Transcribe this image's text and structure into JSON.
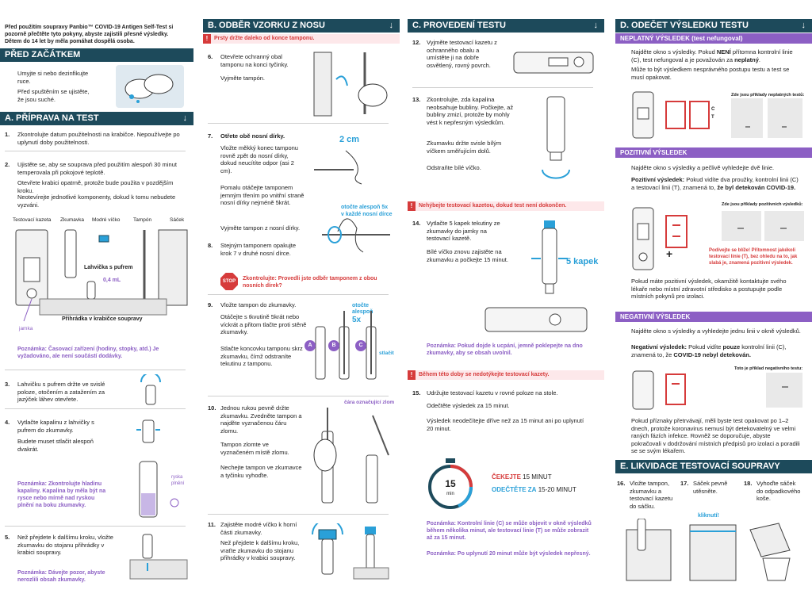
{
  "intro": {
    "line1": "Před použitím soupravy Panbio™ COVID-19 Antigen Self-Test si",
    "line2": "pozorně přečtěte tyto pokyny, abyste zajistili přesné výsledky.",
    "line3": "Dětem do 14 let by měla pomáhat dospělá osoba."
  },
  "before": {
    "title": "PŘED ZAČÁTKEM",
    "t1": "Umyjte si nebo dezinfikujte ruce.",
    "t2": "Před spuštěním se ujistěte, že jsou suché."
  },
  "sectionA": {
    "title": "A.  PŘÍPRAVA NA TEST",
    "arrow": "↓",
    "s1_num": "1.",
    "s1": "Zkontrolujte datum použitelnosti na krabičce. Nepoužívejte po uplynutí doby použitelnosti.",
    "s2_num": "2.",
    "s2a": "Ujistěte se, aby se souprava před použitím alespoň 30 minut temperovala při pokojové teplotě.",
    "s2b": "Otevřete krabici opatrně, protože bude použita v pozdějším kroku.",
    "s2c": "Neotevírejte jednotlivé komponenty, dokud k tomu nebudete vyzváni.",
    "labels": [
      "Testovací kazeta",
      "Zkumavka",
      "Modré víčko",
      "Tampón",
      "Sáček"
    ],
    "vial_label": "Lahvička s pufrem",
    "vol": "0,4 mL",
    "jamka": "jamka",
    "holder": "Přihrádka v krabičce soupravy",
    "note1": "Poznámka: Časovací zařízení (hodiny, stopky, atd.) Je vyžadováno, ale není součástí dodávky.",
    "s3_num": "3.",
    "s3": "Lahvičku s pufrem držte ve svislé poloze, otočením a zatažením za jazýček láhev otevřete.",
    "s4_num": "4.",
    "s4a": "Vytlačte kapalinu z lahvičky s pufrem do zkumavky.",
    "s4b": "Budete muset stlačit alespoň dvakrát.",
    "note2": "Poznámka: Zkontrolujte hladinu kapaliny. Kapalina by měla být na rysce nebo mírně nad ryskou plnění na boku zkumavky.",
    "fill_label1": "ryska",
    "fill_label2": "plnění",
    "s5_num": "5.",
    "s5": "Než přejdete k dalšímu kroku, vložte zkumavku do stojanu přihrádky v krabici soupravy.",
    "note3": "Poznámka: Dávejte pozor, abyste nerozlili obsah zkumavky."
  },
  "sectionB": {
    "title": "B.  ODBĚR VZORKU Z NOSU",
    "arrow": "↓",
    "warn": "Prsty držte daleko od konce tamponu.",
    "s6_num": "6.",
    "s6a": "Otevřete ochranný obal tamponu na konci tyčinky.",
    "s6b": "Vyjměte tampón.",
    "s7_num": "7.",
    "s7_title": "Otřete obě nosní dírky.",
    "s7a": "Vložte měkký konec tamponu rovně zpět do nosní dírky, dokud neucítíte odpor (asi 2 cm).",
    "cm": "2 cm",
    "s7b": "Pomalu otáčejte tamponem jemným třením po vnitřní straně nosní dírky nejméně 5krát.",
    "rot1": "otočte alespoň 5x",
    "rot2": "v každé nosní dírce",
    "s7c": "Vyjměte tampon z nosní dírky.",
    "s8_num": "8.",
    "s8": "Stejným tamponem opakujte krok 7 v druhé nosní dírce.",
    "stop": "STOP",
    "stop_text": "Zkontrolujte: Provedli jste odběr tamponem z obou nosních dírek?",
    "s9_num": "9.",
    "s9a": "Vložte tampon do zkumavky.",
    "s9b": "Otáčejte s tkvutině 5krát nebo víckrát a přitom tlačte proti stěně zkumavky.",
    "s9c": "Stlačte koncovku tamponu skrz zkumavku, čímž odstraníte tekutinu z tamponu.",
    "rot9a": "otočte",
    "rot9b": "alespoň",
    "rot9c": "5x",
    "abc": [
      "A",
      "B",
      "C"
    ],
    "stlacit": "stlačit",
    "s10_num": "10.",
    "s10a": "Jednou rukou pevně držte zkumavku. Zvedněte tampon a najděte vyznačenou čáru zlomu.",
    "s10b": "Tampon zlomte ve vyznačeném místě zlomu.",
    "s10c": "Nechejte tampon ve zkumavce a tyčinku vyhoďte.",
    "break_label": "čára označující zlom",
    "s11_num": "11.",
    "s11a": "Zajistěte modré víčko k horní části zkumavky.",
    "s11b": "Než přejdete k dalšímu kroku, vraťte zkumavku do stojanu přihrádky v krabici soupravy."
  },
  "sectionC": {
    "title": "C.  PROVEDENÍ TESTU",
    "arrow": "↓",
    "s12_num": "12.",
    "s12": "Vyjměte testovací kazetu z ochranného obalu a umístěte ji na dobře osvětlený, rovný povrch.",
    "s13_num": "13.",
    "s13a": "Zkontrolujte, zda kapalina neobsahuje bubliny. Počkejte, až bubliny zmizí, protože by mohly vést k nepřesným výsledkům.",
    "s13b": "Zkumavku držte svisle bílým víčkem směřujícím dolů.",
    "s13c": "Odstraňte bílé víčko.",
    "warn1": "Nehýbejte testovací kazetou, dokud test není dokončen.",
    "s14_num": "14.",
    "s14a": "Vytlačte 5 kapek tekutiny ze zkumavky do jamky na testovací kazetě.",
    "s14b": "Bílé víčko znovu zajistěte na zkumavku a počkejte 15 minut.",
    "drops": "5 kapek",
    "note4": "Poznámka: Pokud dojde k ucpání, jemně poklepejte na dno zkumavky, aby se obsah uvolnil.",
    "warn2": "Během této doby se nedotýkejte testovací kazety.",
    "s15_num": "15.",
    "s15a": "Udržujte testovací kazetu v rovné poloze na stole.",
    "s15b": "Odečtěte výsledek za 15 minut.",
    "s15c": "Výsledek neodečítejte dříve než za 15 minut ani po uplynutí 20 minut.",
    "timer_num": "15",
    "timer_unit": "min",
    "wait_a": "ČEKEJTE",
    "wait_b": "15 MINUT",
    "read_a": "ODEČTĚTE ZA",
    "read_b": "15-20 MINUT",
    "note5": "Poznámka: Kontrolní linie (C) se může objevit v okně výsledků během několika minut, ale testovací linie (T) se může zobrazit až za 15 minut.",
    "note6": "Poznámka: Po uplynutí 20 minut může být výsledek nepřesný."
  },
  "sectionD": {
    "title": "D.  ODEČET VÝSLEDKU TESTU",
    "arrow": "↓",
    "invalid_title": "NEPLATNÝ VÝSLEDEK (test nefungoval)",
    "inv1a": "Najděte okno s výsledky. Pokud ",
    "inv1b": "NENÍ",
    "inv1c": " přítomna kontrolní linie (C), test nefungoval a je považován za ",
    "inv1d": "neplatný",
    "inv1e": ".",
    "inv2": "Může to být výsledkem nesprávného postupu testu a test se musí opakovat.",
    "inv_ex": "Zde jsou příklady neplatných testů:",
    "pos_title": "POZITIVNÍ VÝSLEDEK",
    "pos1": "Najděte okno s výsledky a pečlivě vyhledejte dvě linie.",
    "pos2a": "Pozitivní výsledek:",
    "pos2b": " Pokud vidíte dva proužky, kontrolní linii (C) a testovací linii (T), znamená to, ",
    "pos2c": "že byl detekován COVID-19.",
    "pos_ex": "Zde jsou příklady pozitivních výsledků:",
    "pos_note": "Podívejte se blíže! Přítomnost jakékoli testovací linie (T), bez ohledu na to, jak slabá je, znamená pozitivní výsledek.",
    "plus": "+",
    "pos3": "Pokud máte pozitivní výsledek, okamžitě kontaktujte svého lékaře nebo místní zdravotní středisko a postupujte podle místních pokynů pro izolaci.",
    "neg_title": "NEGATIVNÍ VÝSLEDEK",
    "neg1": "Najděte okno s výsledky a vyhledejte jednu linii v okně výsledků.",
    "neg2a": "Negativní výsledek:",
    "neg2b": " Pokud vidíte ",
    "neg2c": "pouze",
    "neg2d": " kontrolní linii (C), znamená to, že ",
    "neg2e": "COVID-19 nebyl detekován.",
    "neg_ex": "Toto je příklad negativního testu:",
    "neg3": "Pokud příznaky přetrvávají, měli byste test opakovat po 1–2 dnech, protože koronavirus nemusí být detekovatelný ve velmi raných fázích infekce. Rovněž se doporučuje, abyste pokračovali v dodržování místních předpisů pro izolaci a poradili se se svým lékařem.",
    "c_label": "C",
    "t_label": "T"
  },
  "sectionE": {
    "title": "E.  LIKVIDACE TESTOVACÍ SOUPRAVY",
    "s16_num": "16.",
    "s16": "Vložte tampon, zkumavku a testovací kazetu do sáčku.",
    "s17_num": "17.",
    "s17": "Sáček pevně utěsněte.",
    "click": "kliknutí!",
    "s18_num": "18.",
    "s18": "Vyhoďte sáček do odpadkového koše."
  },
  "colors": {
    "header": "#1d4a5b",
    "purple": "#8c5fc4",
    "red": "#d63b3b",
    "blue": "#2aa0d8"
  }
}
